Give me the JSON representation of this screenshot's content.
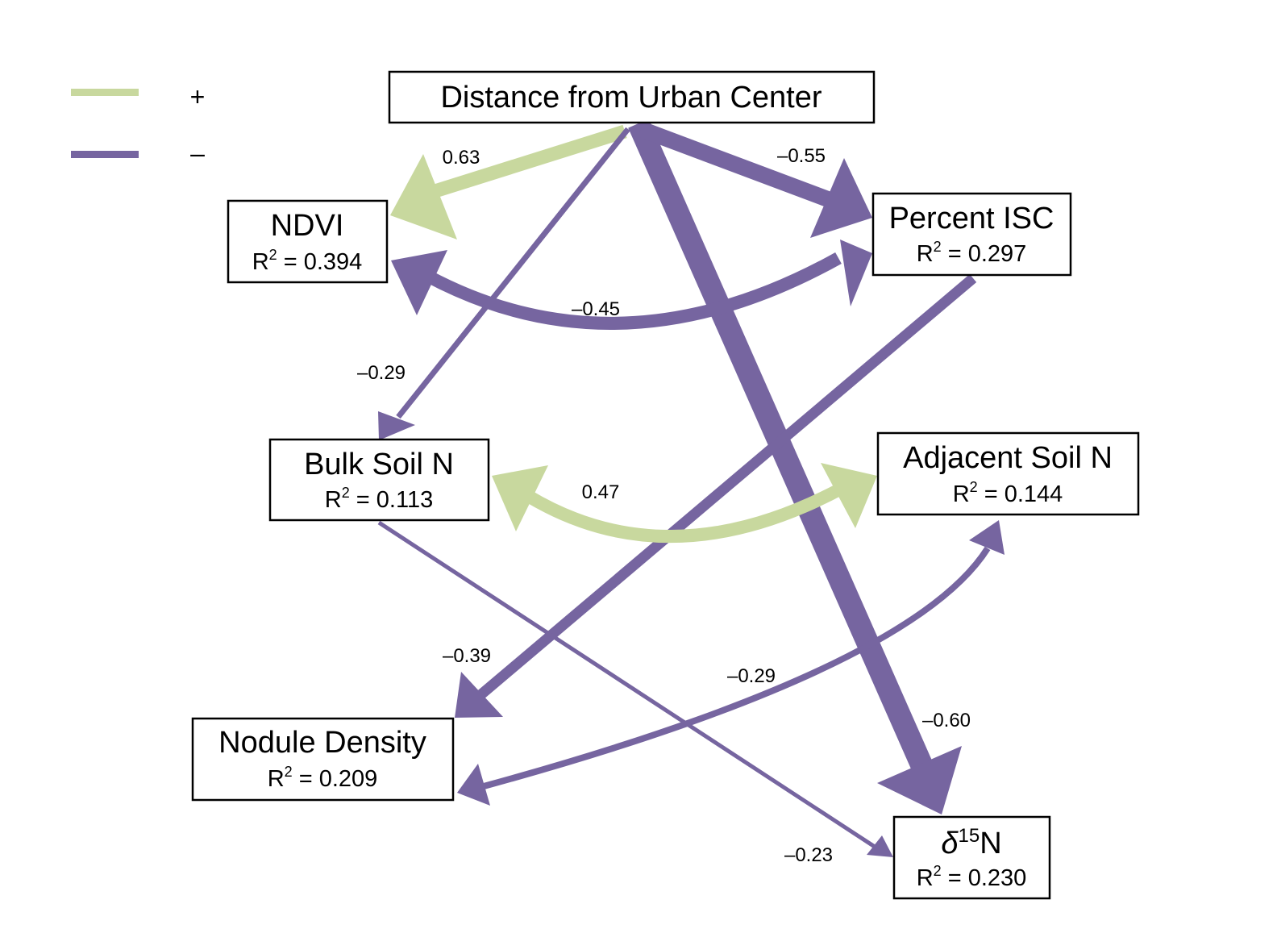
{
  "colors": {
    "positive": "#c8d89e",
    "negative": "#7665a0"
  },
  "legend": {
    "items": [
      {
        "symbol": "+",
        "color": "#c8d89e"
      },
      {
        "symbol": "–",
        "color": "#7665a0"
      }
    ]
  },
  "nodes": {
    "distance": {
      "title": "Distance from Urban Center",
      "r2": ""
    },
    "ndvi": {
      "title": "NDVI",
      "r2_label": "R",
      "r2_sup": "2",
      "r2_value": " = 0.394"
    },
    "isc": {
      "title": "Percent ISC",
      "r2_label": "R",
      "r2_sup": "2",
      "r2_value": " = 0.297"
    },
    "bulk": {
      "title": "Bulk Soil N",
      "r2_label": "R",
      "r2_sup": "2",
      "r2_value": " = 0.113"
    },
    "adjacent": {
      "title": "Adjacent Soil N",
      "r2_label": "R",
      "r2_sup": "2",
      "r2_value": " = 0.144"
    },
    "nodule": {
      "title": "Nodule Density",
      "r2_label": "R",
      "r2_sup": "2",
      "r2_value": " = 0.209"
    },
    "d15n": {
      "title_prefix": "δ",
      "title_sup": "15",
      "title_suffix": "N",
      "r2_label": "R",
      "r2_sup": "2",
      "r2_value": " = 0.230"
    }
  },
  "paths": [
    {
      "from": "Distance from Urban Center",
      "to": "NDVI",
      "coefficient": "0.63",
      "sign": "+"
    },
    {
      "from": "Distance from Urban Center",
      "to": "Percent ISC",
      "coefficient": "–0.55",
      "sign": "–"
    },
    {
      "from": "NDVI",
      "to": "Percent ISC",
      "coefficient": "–0.45",
      "sign": "–",
      "type": "correlation"
    },
    {
      "from": "Distance from Urban Center",
      "to": "Bulk Soil N",
      "coefficient": "–0.29",
      "sign": "–"
    },
    {
      "from": "Bulk Soil N",
      "to": "Adjacent Soil N",
      "coefficient": "0.47",
      "sign": "+",
      "type": "correlation"
    },
    {
      "from": "Percent ISC",
      "to": "Nodule Density",
      "coefficient": "–0.39",
      "sign": "–"
    },
    {
      "from": "Adjacent Soil N",
      "to": "Nodule Density",
      "coefficient": "–0.29",
      "sign": "–",
      "type": "correlation"
    },
    {
      "from": "Distance from Urban Center",
      "to": "δ15N",
      "coefficient": "–0.60",
      "sign": "–"
    },
    {
      "from": "Bulk Soil N",
      "to": "δ15N",
      "coefficient": "–0.23",
      "sign": "–"
    }
  ]
}
